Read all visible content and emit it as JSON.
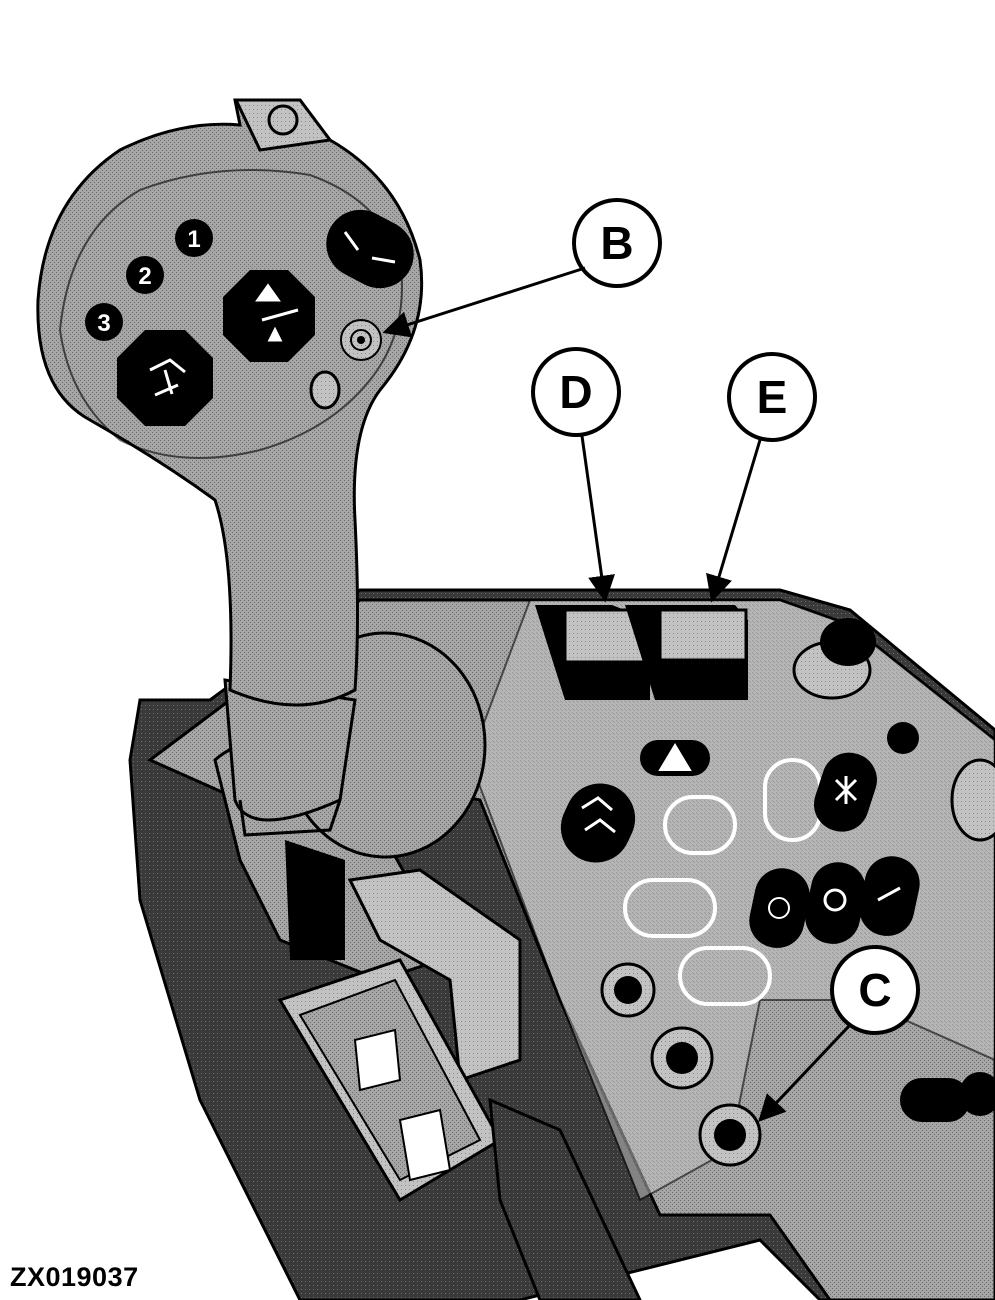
{
  "callouts": {
    "b": "B",
    "c": "C",
    "d": "D",
    "e": "E"
  },
  "buttons": {
    "one": "1",
    "two": "2",
    "three": "3"
  },
  "figure_id": "ZX019037",
  "colors": {
    "ink": "#000000",
    "body": "#9a9a9a",
    "panel": "#b4b4b4",
    "shadow": "#2a2a2a",
    "background": "#ffffff"
  },
  "icons": [
    "joystick",
    "mode-rocker-icon",
    "dial-knob-icon",
    "hazard-switch-icon"
  ]
}
